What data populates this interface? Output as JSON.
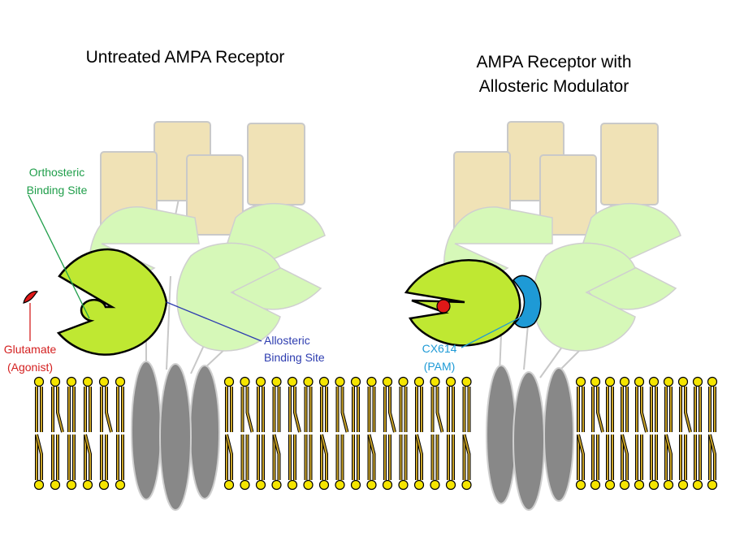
{
  "panels": {
    "left": {
      "title_lines": [
        "Untreated AMPA Receptor"
      ]
    },
    "right": {
      "title_lines": [
        "AMPA Receptor with",
        "Allosteric Modulator"
      ]
    }
  },
  "labels": {
    "orthosteric": {
      "lines": [
        "Orthosteric",
        "Binding Site"
      ],
      "color": "#1f9e4a"
    },
    "allosteric": {
      "lines": [
        "Allosteric",
        "Binding Site"
      ],
      "color": "#2e3db0"
    },
    "glutamate": {
      "lines": [
        "Glutamate",
        "(Agonist)"
      ],
      "color": "#d42020"
    },
    "cx614": {
      "lines": [
        "CX614",
        "(PAM)"
      ],
      "color": "#1e9ad6"
    }
  },
  "colors": {
    "atd": "#f0e2b6",
    "lbd_pale": "#d6f8b8",
    "lbd_active": "#bfe832",
    "tmd": "#888888",
    "lipid_head": "#f5e500",
    "lipid_tail": "#c9a227",
    "pam": "#1e9ad6",
    "agonist": "#e01818"
  }
}
